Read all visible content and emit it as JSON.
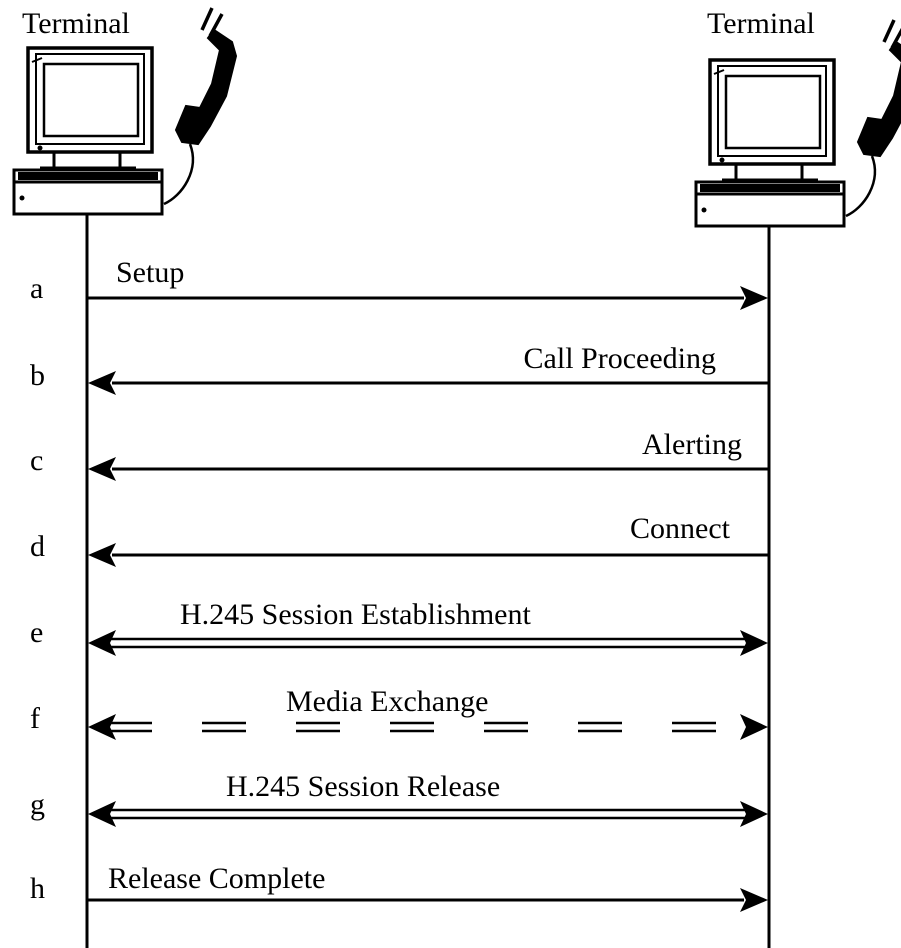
{
  "left_terminal": {
    "title": "Terminal"
  },
  "right_terminal": {
    "title": "Terminal"
  },
  "messages": [
    {
      "step": "a",
      "label": "Setup",
      "direction": "left-to-right",
      "style": "single-solid"
    },
    {
      "step": "b",
      "label": "Call Proceeding",
      "direction": "right-to-left",
      "style": "single-solid"
    },
    {
      "step": "c",
      "label": "Alerting",
      "direction": "right-to-left",
      "style": "single-solid"
    },
    {
      "step": "d",
      "label": "Connect",
      "direction": "right-to-left",
      "style": "single-solid"
    },
    {
      "step": "e",
      "label": "H.245 Session Establishment",
      "direction": "bidirectional",
      "style": "double-solid"
    },
    {
      "step": "f",
      "label": "Media Exchange",
      "direction": "bidirectional",
      "style": "double-dashed"
    },
    {
      "step": "g",
      "label": "H.245 Session Release",
      "direction": "bidirectional",
      "style": "double-solid"
    },
    {
      "step": "h",
      "label": "Release Complete",
      "direction": "left-to-right",
      "style": "single-solid"
    }
  ]
}
